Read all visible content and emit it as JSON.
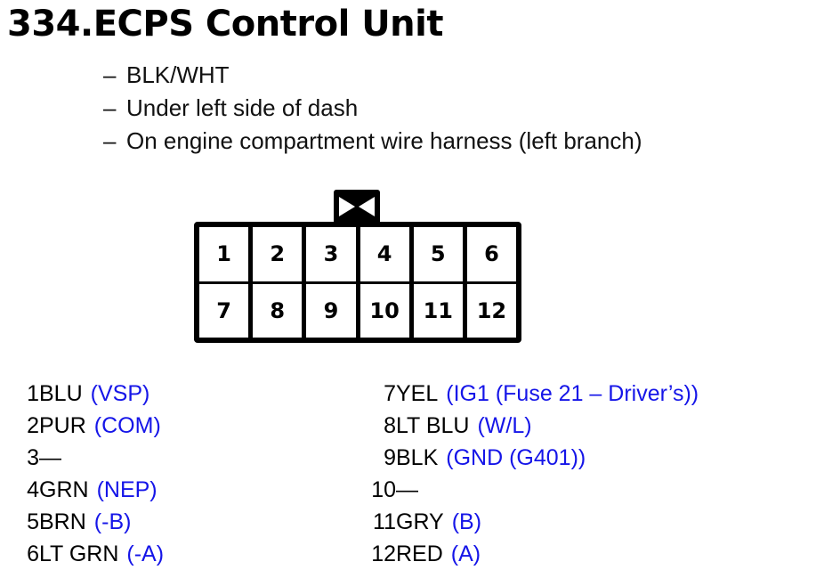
{
  "title": "334.ECPS Control Unit",
  "bullets": [
    {
      "dash": "–",
      "text": "BLK/WHT"
    },
    {
      "dash": "–",
      "text": "Under left side of dash"
    },
    {
      "dash": "–",
      "text": "On engine compartment wire harness (left branch)"
    }
  ],
  "connector": {
    "tab_icon": "bowtie-latch-icon",
    "rows": [
      {
        "cells": [
          "1",
          "2",
          "3",
          "4",
          "5",
          "6"
        ]
      },
      {
        "cells": [
          "7",
          "8",
          "9",
          "10",
          "11",
          "12"
        ]
      }
    ]
  },
  "legend": {
    "signal_color": "#1515E8",
    "left": [
      {
        "num": "1",
        "wire": "BLU",
        "signal": "(VSP)"
      },
      {
        "num": "2",
        "wire": "PUR",
        "signal": "(COM)"
      },
      {
        "num": "3",
        "wire": " —",
        "signal": ""
      },
      {
        "num": "4",
        "wire": "GRN",
        "signal": "(NEP)"
      },
      {
        "num": "5",
        "wire": "BRN",
        "signal": "(-B)"
      },
      {
        "num": "6",
        "wire": "LT GRN",
        "signal": "(-A)"
      }
    ],
    "right": [
      {
        "num": "7",
        "wire": "YEL",
        "signal": "(IG1 (Fuse 21 – Driver’s))"
      },
      {
        "num": "8",
        "wire": "LT BLU",
        "signal": "(W/L)"
      },
      {
        "num": "9",
        "wire": "BLK",
        "signal": "(GND (G401))"
      },
      {
        "num": "10",
        "wire": "—",
        "signal": ""
      },
      {
        "num": "11",
        "wire": "GRY",
        "signal": "(B)"
      },
      {
        "num": "12",
        "wire": "RED",
        "signal": "(A)"
      }
    ]
  }
}
